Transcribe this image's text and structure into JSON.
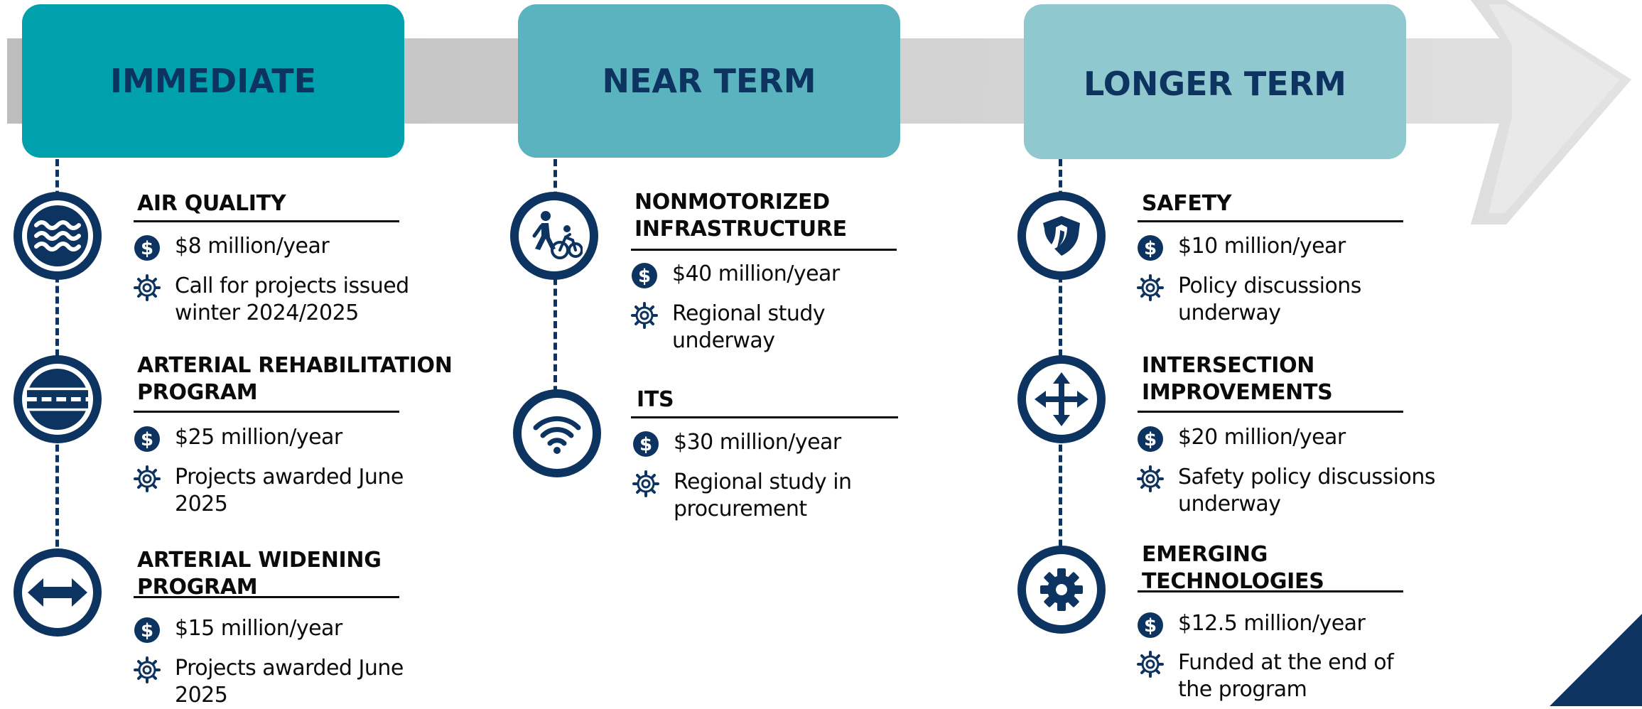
{
  "phases": {
    "immediate": {
      "label": "IMMEDIATE",
      "color": "#00a0ad"
    },
    "near_term": {
      "label": "NEAR TERM",
      "color": "#5ab3be"
    },
    "longer_term": {
      "label": "LONGER TERM",
      "color": "#8fc8cf"
    }
  },
  "colors": {
    "navy": "#0d3360",
    "arrow": "#c9c9c9"
  },
  "items": {
    "air_quality": {
      "title_lines": [
        "AIR QUALITY"
      ],
      "icon": "waves-icon",
      "funding": "$8 million/year",
      "status_lines": [
        "Call for projects issued",
        "winter 2024/2025"
      ]
    },
    "arterial_rehab": {
      "title_lines": [
        "ARTERIAL REHABILITATION",
        "PROGRAM"
      ],
      "icon": "road-icon",
      "funding": "$25 million/year",
      "status_lines": [
        "Projects awarded June",
        "2025"
      ]
    },
    "arterial_widening": {
      "title_lines": [
        "ARTERIAL WIDENING",
        "PROGRAM"
      ],
      "icon": "double-arrow-icon",
      "funding": "$15 million/year",
      "status_lines": [
        "Projects awarded June",
        "2025"
      ]
    },
    "nonmotorized": {
      "title_lines": [
        "NONMOTORIZED",
        "INFRASTRUCTURE"
      ],
      "icon": "pedestrian-bicycle-icon",
      "funding": "$40 million/year",
      "status_lines": [
        "Regional study",
        "underway"
      ]
    },
    "its": {
      "title_lines": [
        "ITS"
      ],
      "icon": "wifi-icon",
      "funding": "$30 million/year",
      "status_lines": [
        "Regional study in",
        "procurement"
      ]
    },
    "safety": {
      "title_lines": [
        "SAFETY"
      ],
      "icon": "shield-icon",
      "funding": "$10 million/year",
      "status_lines": [
        "Policy discussions",
        "underway"
      ]
    },
    "intersection": {
      "title_lines": [
        "INTERSECTION",
        "IMPROVEMENTS"
      ],
      "icon": "four-way-arrow-icon",
      "funding": "$20 million/year",
      "status_lines": [
        "Safety policy discussions",
        "underway"
      ]
    },
    "emerging": {
      "title_lines": [
        "EMERGING",
        "TECHNOLOGIES"
      ],
      "icon": "gear-icon",
      "funding": "$12.5 million/year",
      "status_lines": [
        "Funded at the end of",
        "the program"
      ]
    }
  }
}
